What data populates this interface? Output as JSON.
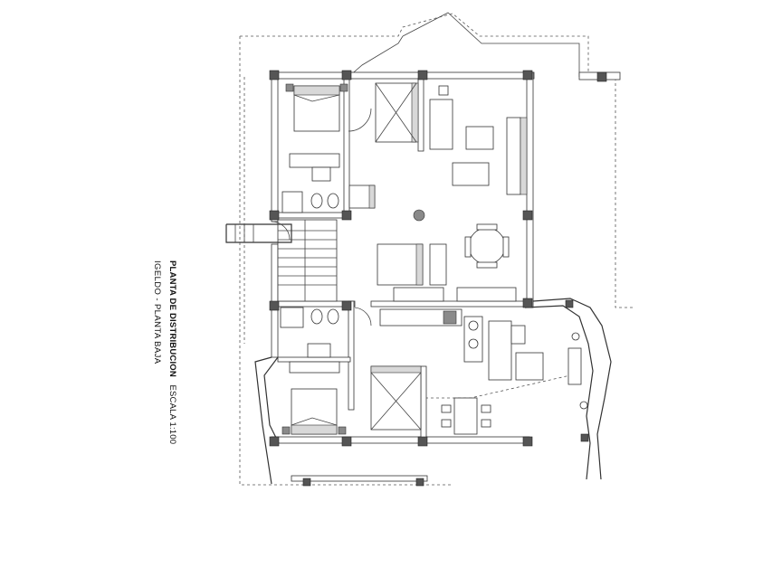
{
  "title": {
    "bold": "PLANTA DE DISTRIBUCION",
    "scale": "ESCALA 1:100",
    "subtitle": "IGELDO - PLANTA BAJA"
  }
}
